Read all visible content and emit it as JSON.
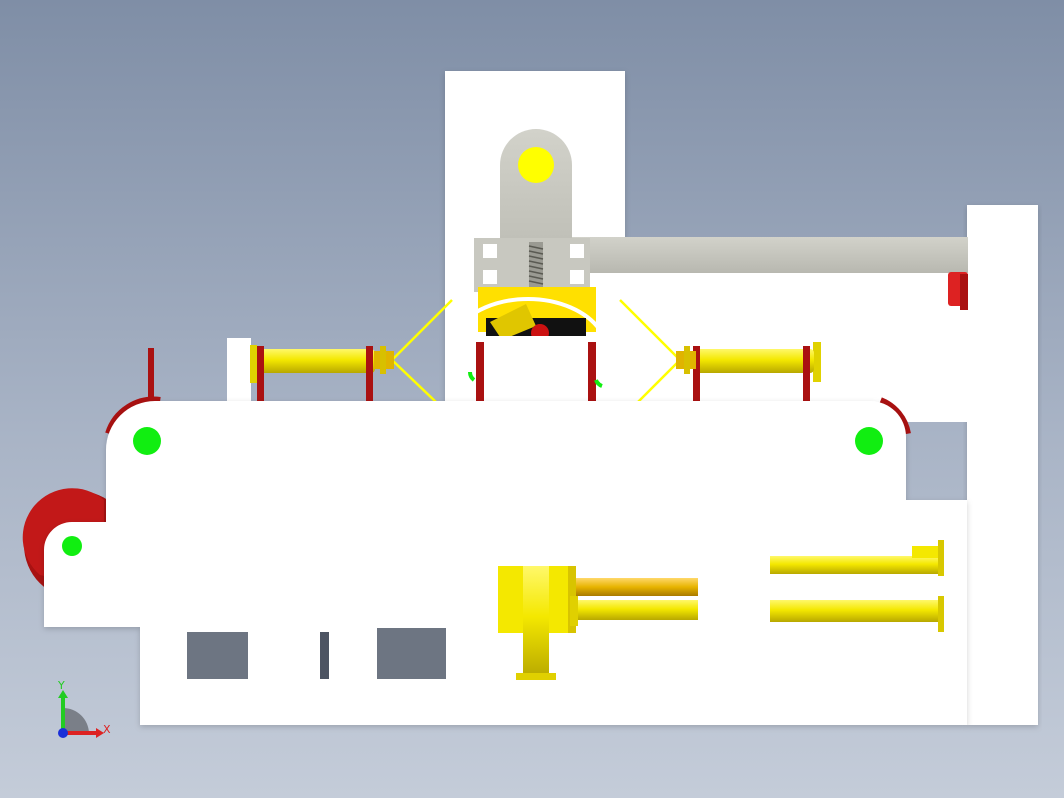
{
  "viewport": {
    "background_top": "#7f8ea6",
    "background_bottom": "#c4ccd9",
    "view": "front",
    "render_mode": "shaded"
  },
  "model": {
    "colors": {
      "plate": "#ffffff",
      "link_arm": "#c8c8c0",
      "pin_yellow": "#ffff00",
      "pin_green": "#11ee11",
      "flange_red": "#aa1111",
      "bright_red": "#dd2222",
      "cylinder_yellow": "#f2e800",
      "cylinder_orange": "#e7b400",
      "window_gray": "#6d7582"
    }
  },
  "triad": {
    "x_label": "X",
    "y_label": "Y",
    "x_color": "#dd2222",
    "y_color": "#22cc22",
    "z_color": "#1a2fd8"
  }
}
